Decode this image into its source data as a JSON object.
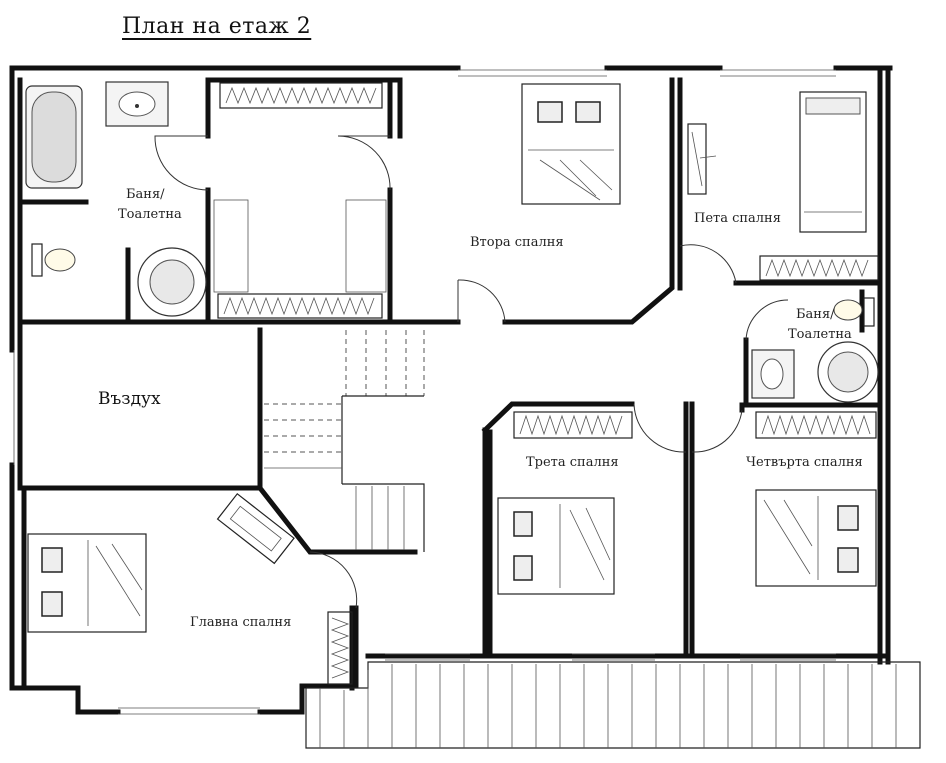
{
  "title": "План на етаж 2",
  "rooms": {
    "bath_1": "Баня/ Тоалетна",
    "second_bedroom": "Втора спалня",
    "fifth_bedroom": "Пета спалня",
    "bath_2": "Баня/ Тоалетна",
    "void": "Въздух",
    "third_bedroom": "Трета спалня",
    "fourth_bedroom": "Четвърта спалня",
    "master_bedroom": "Главна спалня"
  }
}
